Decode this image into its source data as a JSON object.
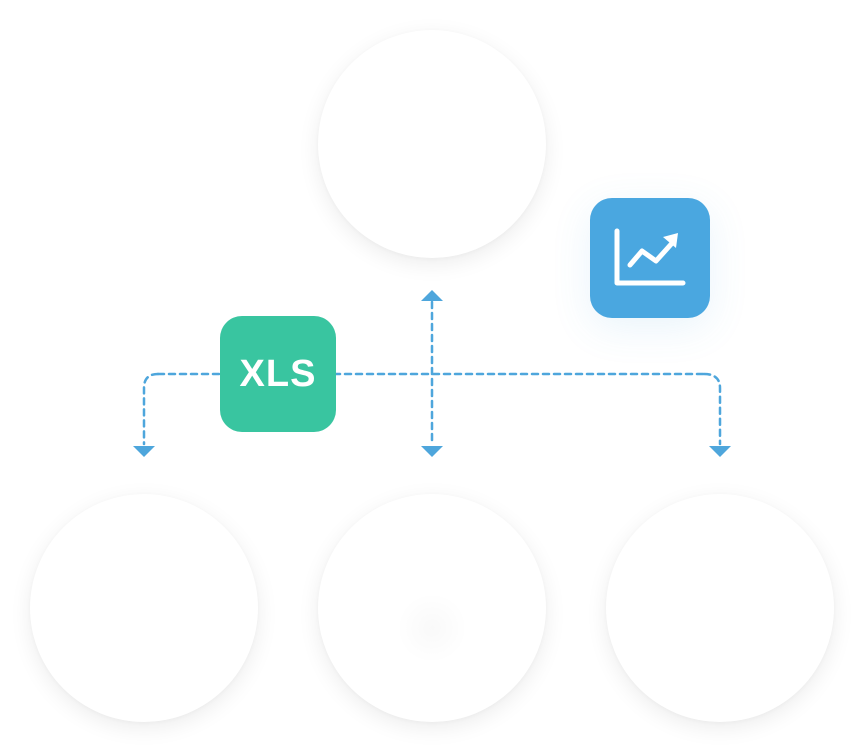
{
  "badges": {
    "xls": {
      "label": "XLS",
      "color": "#39c5a0"
    },
    "chart": {
      "icon": "trending-up-chart-icon",
      "color": "#4aa7e0"
    }
  },
  "connector_color": "#4ea6dc",
  "nodes": [
    "top",
    "bottom-left",
    "bottom-center",
    "bottom-right"
  ]
}
